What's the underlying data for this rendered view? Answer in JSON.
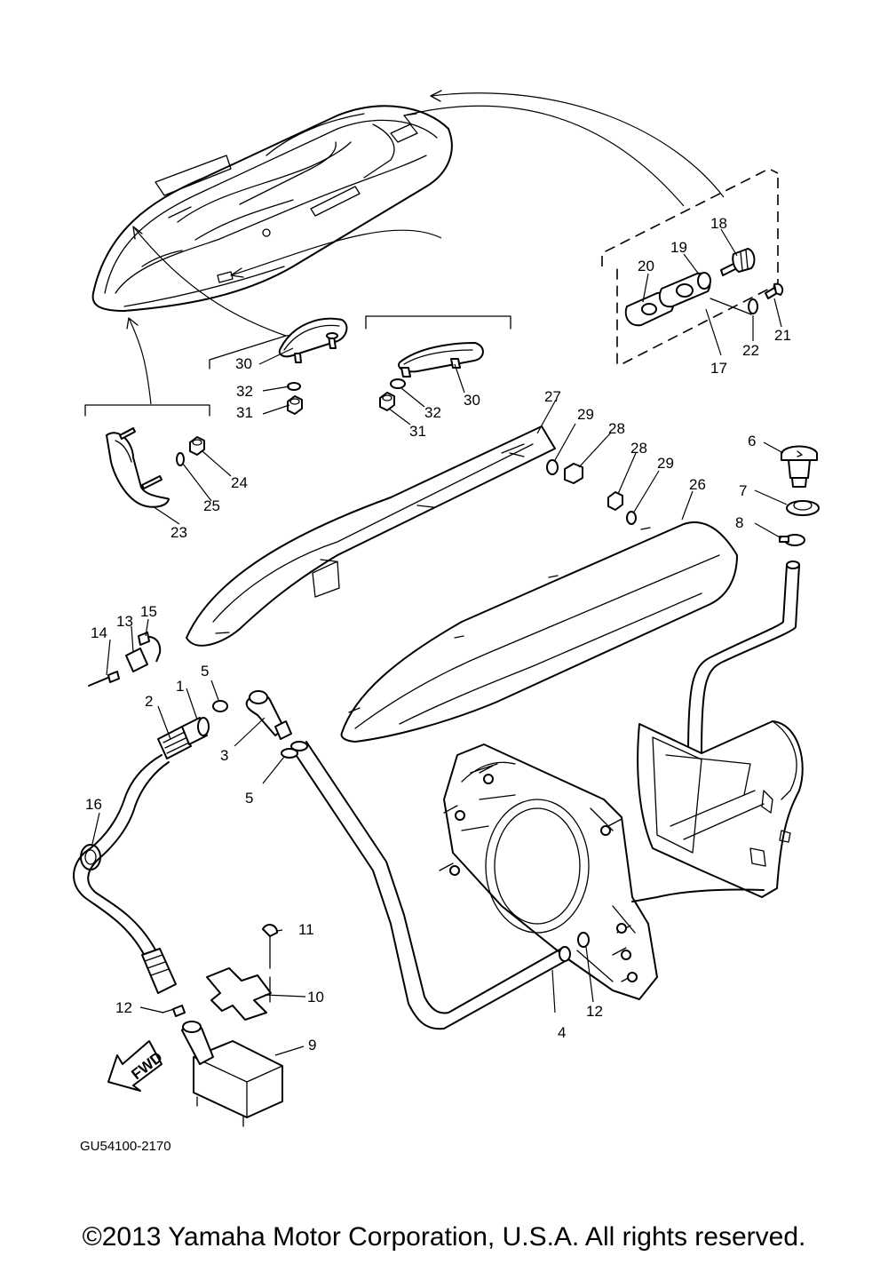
{
  "diagram": {
    "ref_code": "GU54100-2170",
    "fwd_label": "FWD",
    "callouts": {
      "c1": "1",
      "c2": "2",
      "c3": "3",
      "c4": "4",
      "c5a": "5",
      "c5b": "5",
      "c6": "6",
      "c7": "7",
      "c8": "8",
      "c9": "9",
      "c10": "10",
      "c11": "11",
      "c12a": "12",
      "c12b": "12",
      "c13": "13",
      "c14": "14",
      "c15": "15",
      "c16": "16",
      "c17": "17",
      "c18": "18",
      "c19": "19",
      "c20": "20",
      "c21": "21",
      "c22": "22",
      "c23": "23",
      "c24": "24",
      "c25": "25",
      "c26": "26",
      "c27": "27",
      "c28a": "28",
      "c28b": "28",
      "c29a": "29",
      "c29b": "29",
      "c30a": "30",
      "c30b": "30",
      "c31a": "31",
      "c31b": "31",
      "c32a": "32",
      "c32b": "32"
    }
  },
  "copyright": "©2013 Yamaha Motor Corporation, U.S.A. All rights reserved."
}
